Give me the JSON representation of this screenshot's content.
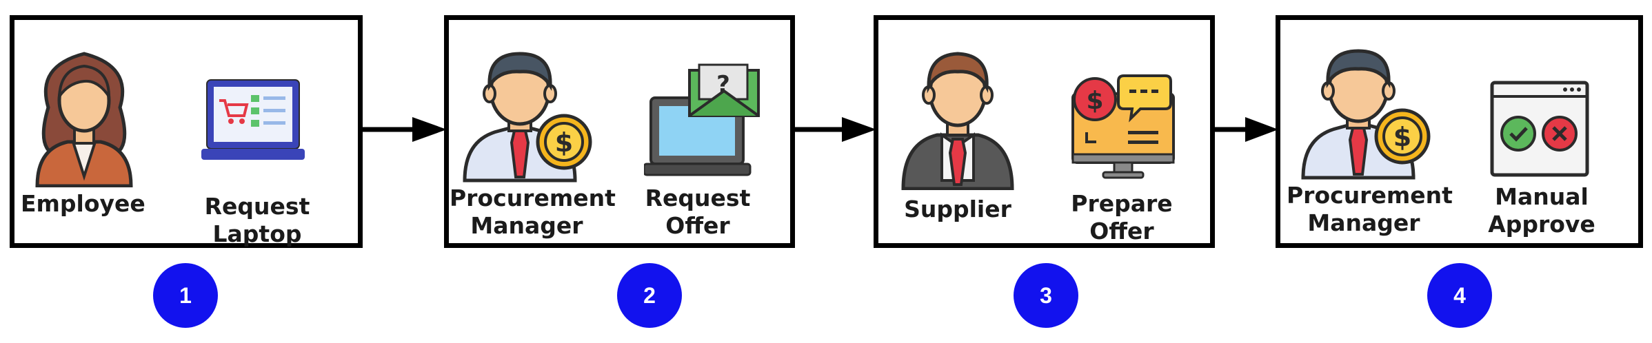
{
  "steps": [
    {
      "number": "1",
      "actor": "Employee",
      "action": "Request Laptop",
      "actor_icon": "employee-woman-icon",
      "action_icon": "laptop-shopping-cart-icon"
    },
    {
      "number": "2",
      "actor": "Procurement\nManager",
      "action": "Request Offer",
      "actor_icon": "procurement-manager-dollar-icon",
      "action_icon": "laptop-envelope-question-icon"
    },
    {
      "number": "3",
      "actor": "Supplier",
      "action": "Prepare Offer",
      "actor_icon": "supplier-man-icon",
      "action_icon": "monitor-dollar-chat-icon"
    },
    {
      "number": "4",
      "actor": "Procurement\nManager",
      "action": "Manual Approve",
      "actor_icon": "procurement-manager-dollar-icon",
      "action_icon": "window-approve-reject-icon"
    }
  ],
  "colors": {
    "circle": "#1212ee",
    "border": "#000000"
  }
}
